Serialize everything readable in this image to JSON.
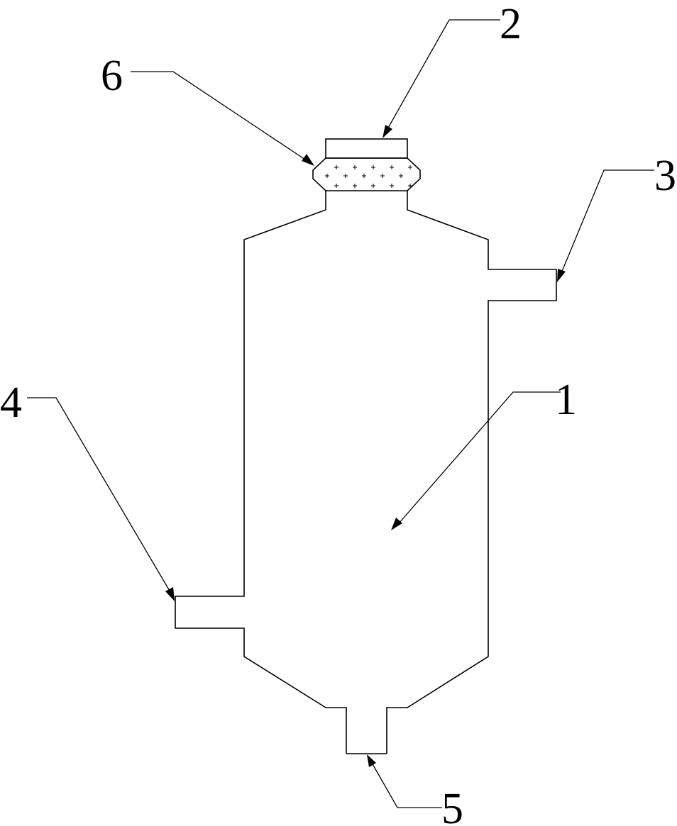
{
  "labels": {
    "vessel": "1",
    "cap": "2",
    "upper_outlet": "3",
    "side_inlet": "4",
    "bottom_outlet": "5",
    "filter_ring": "6"
  },
  "colors": {
    "line": "#000000",
    "background": "#ffffff"
  }
}
